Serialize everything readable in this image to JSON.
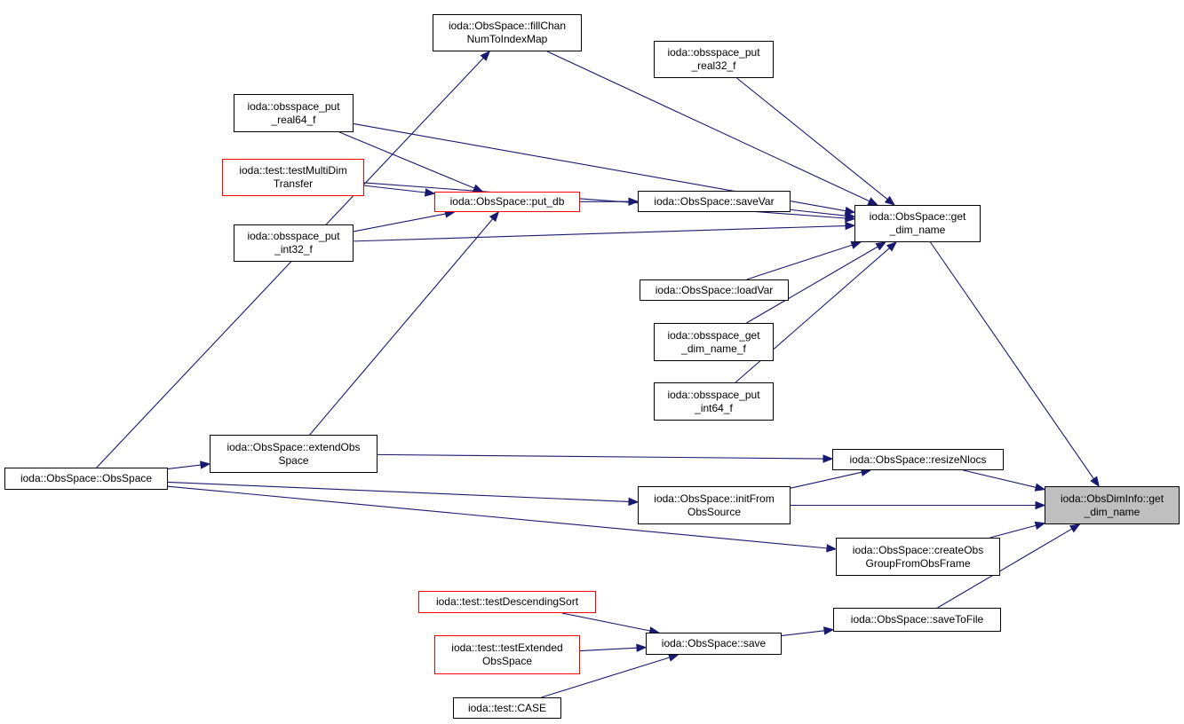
{
  "colors": {
    "edge": "#191970",
    "border": "#000000",
    "red_border": "#ff0000",
    "focus_fill": "#bfbfbf"
  },
  "nodes": {
    "fillChan": {
      "lines": [
        "ioda::ObsSpace::fillChan",
        "NumToIndexMap"
      ]
    },
    "put_real32": {
      "lines": [
        "ioda::obsspace_put",
        "_real32_f"
      ]
    },
    "put_real64": {
      "lines": [
        "ioda::obsspace_put",
        "_real64_f"
      ]
    },
    "testMultiDim": {
      "lines": [
        "ioda::test::testMultiDim",
        "Transfer"
      ]
    },
    "put_db": {
      "lines": [
        "ioda::ObsSpace::put_db"
      ]
    },
    "saveVar": {
      "lines": [
        "ioda::ObsSpace::saveVar"
      ]
    },
    "get_dim_name": {
      "lines": [
        "ioda::ObsSpace::get",
        "_dim_name"
      ]
    },
    "put_int32": {
      "lines": [
        "ioda::obsspace_put",
        "_int32_f"
      ]
    },
    "loadVar": {
      "lines": [
        "ioda::ObsSpace::loadVar"
      ]
    },
    "get_dim_name_f": {
      "lines": [
        "ioda::obsspace_get",
        "_dim_name_f"
      ]
    },
    "put_int64": {
      "lines": [
        "ioda::obsspace_put",
        "_int64_f"
      ]
    },
    "extendObs": {
      "lines": [
        "ioda::ObsSpace::extendObs",
        "Space"
      ]
    },
    "resizeNlocs": {
      "lines": [
        "ioda::ObsSpace::resizeNlocs"
      ]
    },
    "obsSpaceCtor": {
      "lines": [
        "ioda::ObsSpace::ObsSpace"
      ]
    },
    "initFrom": {
      "lines": [
        "ioda::ObsSpace::initFrom",
        "ObsSource"
      ]
    },
    "dimInfoGet": {
      "lines": [
        "ioda::ObsDimInfo::get",
        "_dim_name"
      ]
    },
    "createObs": {
      "lines": [
        "ioda::ObsSpace::createObs",
        "GroupFromObsFrame"
      ]
    },
    "testDescSort": {
      "lines": [
        "ioda::test::testDescendingSort"
      ]
    },
    "saveToFile": {
      "lines": [
        "ioda::ObsSpace::saveToFile"
      ]
    },
    "testExtended": {
      "lines": [
        "ioda::test::testExtended",
        "ObsSpace"
      ]
    },
    "save": {
      "lines": [
        "ioda::ObsSpace::save"
      ]
    },
    "testCase": {
      "lines": [
        "ioda::test::CASE"
      ]
    }
  },
  "edges": [
    {
      "from": "obsSpaceCtor",
      "to": "fillChan"
    },
    {
      "from": "obsSpaceCtor",
      "to": "extendObs"
    },
    {
      "from": "obsSpaceCtor",
      "to": "initFrom"
    },
    {
      "from": "obsSpaceCtor",
      "to": "createObs"
    },
    {
      "from": "fillChan",
      "to": "get_dim_name"
    },
    {
      "from": "put_real32",
      "to": "get_dim_name"
    },
    {
      "from": "put_real64",
      "to": "get_dim_name"
    },
    {
      "from": "put_real64",
      "to": "put_db"
    },
    {
      "from": "testMultiDim",
      "to": "get_dim_name"
    },
    {
      "from": "testMultiDim",
      "to": "put_db"
    },
    {
      "from": "put_int32",
      "to": "put_db"
    },
    {
      "from": "put_int32",
      "to": "get_dim_name"
    },
    {
      "from": "extendObs",
      "to": "put_db"
    },
    {
      "from": "extendObs",
      "to": "resizeNlocs"
    },
    {
      "from": "put_db",
      "to": "saveVar"
    },
    {
      "from": "saveVar",
      "to": "get_dim_name"
    },
    {
      "from": "loadVar",
      "to": "get_dim_name"
    },
    {
      "from": "get_dim_name_f",
      "to": "get_dim_name"
    },
    {
      "from": "put_int64",
      "to": "get_dim_name"
    },
    {
      "from": "get_dim_name",
      "to": "dimInfoGet"
    },
    {
      "from": "resizeNlocs",
      "to": "dimInfoGet"
    },
    {
      "from": "initFrom",
      "to": "resizeNlocs"
    },
    {
      "from": "initFrom",
      "to": "dimInfoGet"
    },
    {
      "from": "createObs",
      "to": "dimInfoGet"
    },
    {
      "from": "saveToFile",
      "to": "dimInfoGet"
    },
    {
      "from": "save",
      "to": "saveToFile"
    },
    {
      "from": "testDescSort",
      "to": "save"
    },
    {
      "from": "testExtended",
      "to": "save"
    },
    {
      "from": "testCase",
      "to": "save"
    }
  ]
}
